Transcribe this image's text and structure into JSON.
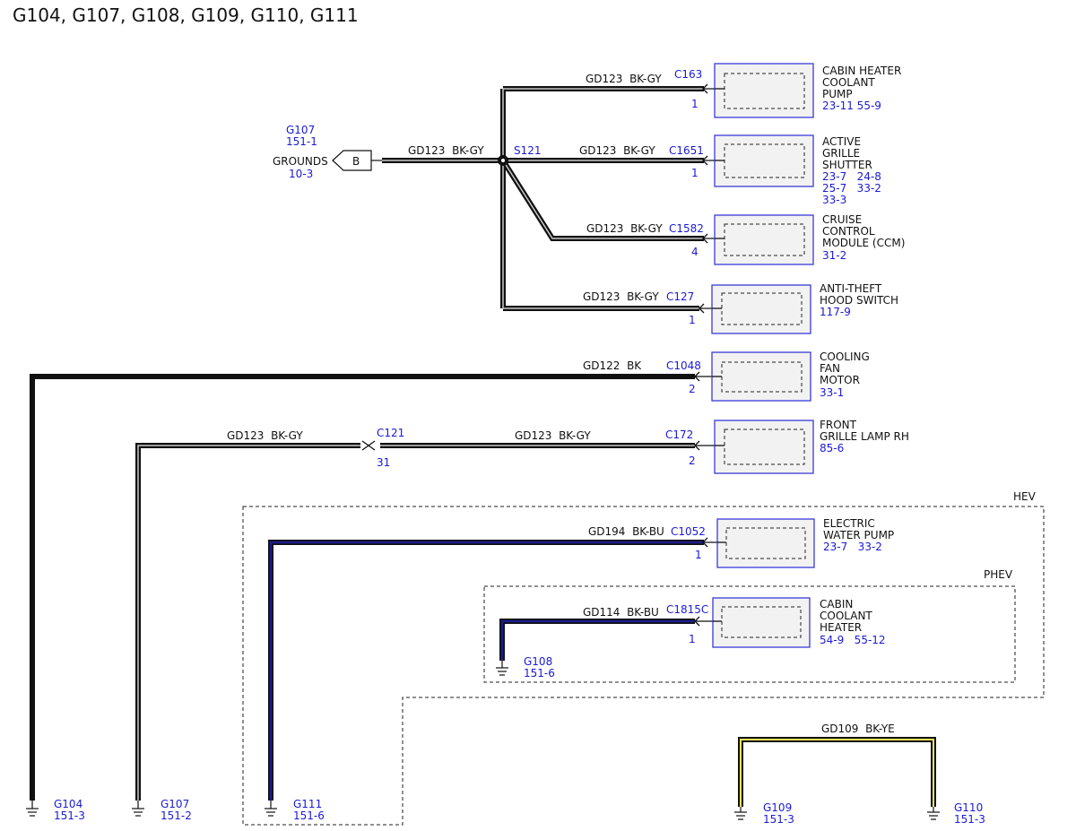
{
  "title": "G104, G107, G108, G109, G110, G111",
  "colors": {
    "wire_black": "#111111",
    "wire_gray_stripe": "#c8c8c8",
    "wire_blue": "#1c1c8c",
    "wire_yellow": "#e8e25a",
    "reference_blue": "#1a1ad6",
    "component_fill": "#f2f2f2",
    "component_border": "#3a3ad8"
  },
  "ground_ref": {
    "id": "G107",
    "page_ref": "151-1",
    "label": "GROUNDS",
    "connector": "B",
    "grounds_ref": "10-3"
  },
  "splice": {
    "id": "S121"
  },
  "wires": {
    "w_ref_splice": "GD123  BK-GY",
    "w_c163": "GD123  BK-GY",
    "w_c1651": "GD123  BK-GY",
    "w_c1582": "GD123  BK-GY",
    "w_c127": "GD123  BK-GY",
    "w_c1048": "GD122  BK",
    "w_c121_left": "GD123  BK-GY",
    "w_c121_right": "GD123  BK-GY",
    "w_c1052": "GD194  BK-BU",
    "w_c1815c": "GD114  BK-BU",
    "w_g109_g110": "GD109  BK-YE"
  },
  "connectors": {
    "c163": {
      "id": "C163",
      "pin": "1"
    },
    "c1651": {
      "id": "C1651",
      "pin": "1"
    },
    "c1582": {
      "id": "C1582",
      "pin": "4"
    },
    "c127": {
      "id": "C127",
      "pin": "1"
    },
    "c1048": {
      "id": "C1048",
      "pin": "2"
    },
    "c121": {
      "id": "C121",
      "pin": "31"
    },
    "c172": {
      "id": "C172",
      "pin": "2"
    },
    "c1052": {
      "id": "C1052",
      "pin": "1"
    },
    "c1815c": {
      "id": "C1815C",
      "pin": "1"
    }
  },
  "components": {
    "cabin_heater_pump": {
      "lines": [
        "CABIN HEATER",
        "COOLANT",
        "PUMP"
      ],
      "refs": [
        "23-11 55-9"
      ]
    },
    "active_grille_shutter": {
      "lines": [
        "ACTIVE",
        "GRILLE",
        "SHUTTER"
      ],
      "refs": [
        "23-7   24-8",
        "25-7   33-2",
        "33-3"
      ]
    },
    "cruise_control": {
      "lines": [
        "CRUISE",
        "CONTROL",
        "MODULE (CCM)"
      ],
      "refs": [
        "31-2"
      ]
    },
    "anti_theft": {
      "lines": [
        "ANTI-THEFT",
        "HOOD SWITCH"
      ],
      "refs": [
        "117-9"
      ]
    },
    "cooling_fan": {
      "lines": [
        "COOLING",
        "FAN",
        "MOTOR"
      ],
      "refs": [
        "33-1"
      ]
    },
    "front_grille_lamp": {
      "lines": [
        "FRONT",
        "GRILLE LAMP RH"
      ],
      "refs": [
        "85-6"
      ]
    },
    "electric_water_pump": {
      "lines": [
        "ELECTRIC",
        "WATER PUMP"
      ],
      "refs": [
        "23-7   33-2"
      ]
    },
    "cabin_coolant_heater": {
      "lines": [
        "CABIN",
        "COOLANT",
        "HEATER"
      ],
      "refs": [
        "54-9   55-12"
      ]
    }
  },
  "zones": {
    "hev": "HEV",
    "phev": "PHEV"
  },
  "grounds": {
    "g104": {
      "id": "G104",
      "ref": "151-3"
    },
    "g107": {
      "id": "G107",
      "ref": "151-2"
    },
    "g111": {
      "id": "G111",
      "ref": "151-6"
    },
    "g108": {
      "id": "G108",
      "ref": "151-6"
    },
    "g109": {
      "id": "G109",
      "ref": "151-3"
    },
    "g110": {
      "id": "G110",
      "ref": "151-3"
    }
  }
}
